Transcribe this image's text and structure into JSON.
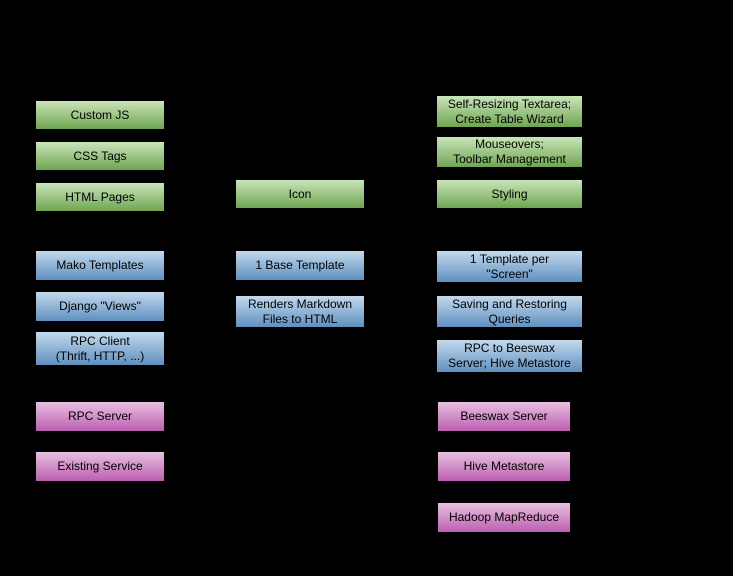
{
  "colors": {
    "background": "#000000",
    "box_text": "#000000",
    "green_top": "#c9e5ba",
    "green_bottom": "#6fa551",
    "blue_top": "#c3d9ec",
    "blue_bottom": "#5f90c0",
    "magenta_top": "#e8c0e0",
    "magenta_bottom": "#bc5fb0"
  },
  "boxes": [
    {
      "label": "Custom JS",
      "color": "green"
    },
    {
      "label": "CSS Tags",
      "color": "green"
    },
    {
      "label": "HTML Pages",
      "color": "green"
    },
    {
      "label": "Mako Templates",
      "color": "blue"
    },
    {
      "label": "Django \"Views\"",
      "color": "blue"
    },
    {
      "label": "RPC Client\n(Thrift, HTTP, ...)",
      "color": "blue"
    },
    {
      "label": "RPC Server",
      "color": "magenta"
    },
    {
      "label": "Existing Service",
      "color": "magenta"
    },
    {
      "label": "Icon",
      "color": "green"
    },
    {
      "label": "1 Base Template",
      "color": "blue"
    },
    {
      "label": "Renders Markdown\nFiles to HTML",
      "color": "blue"
    },
    {
      "label": "Self-Resizing Textarea;\nCreate Table Wizard",
      "color": "green"
    },
    {
      "label": "Mouseovers;\nToolbar Management",
      "color": "green"
    },
    {
      "label": "Styling",
      "color": "green"
    },
    {
      "label": "1 Template per\n\"Screen\"",
      "color": "blue"
    },
    {
      "label": "Saving and Restoring\nQueries",
      "color": "blue"
    },
    {
      "label": "RPC to Beeswax\nServer; Hive Metastore",
      "color": "blue"
    },
    {
      "label": "Beeswax Server",
      "color": "magenta"
    },
    {
      "label": "Hive Metastore",
      "color": "magenta"
    },
    {
      "label": "Hadoop MapReduce",
      "color": "magenta"
    }
  ]
}
